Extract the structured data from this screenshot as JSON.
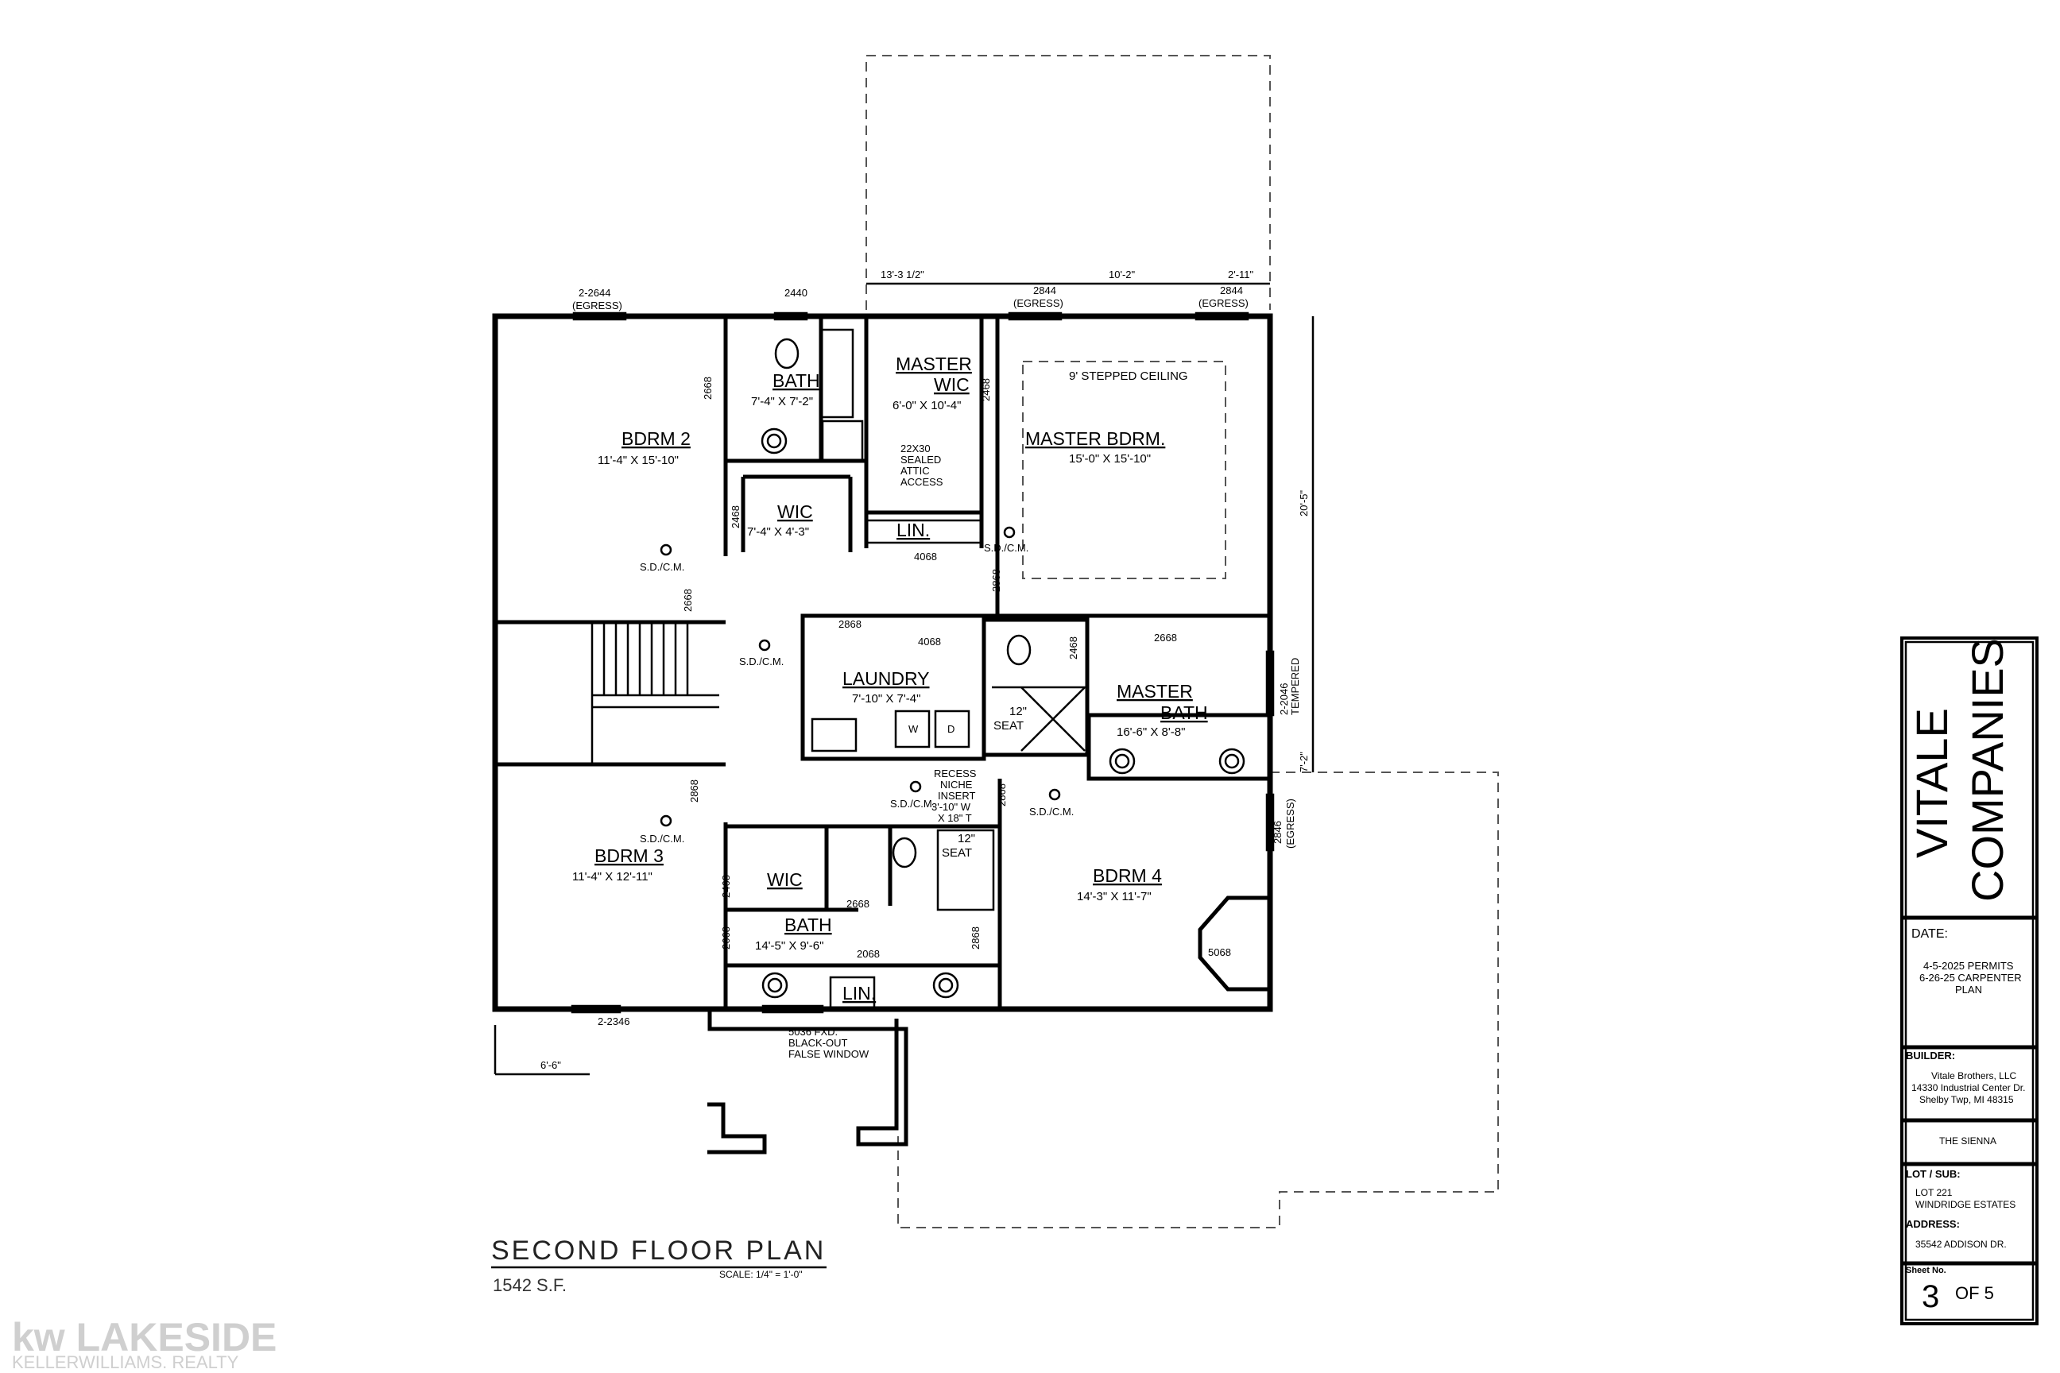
{
  "rooms": {
    "bdrm2": {
      "name": "BDRM 2",
      "size": "11'-4\" X 15'-10\""
    },
    "bath1": {
      "name": "BATH",
      "size": "7'-4\" X 7'-2\""
    },
    "master_wic": {
      "name1": "MASTER",
      "name2": "WIC",
      "size": "6'-0\" X 10'-4\""
    },
    "master_bdrm": {
      "name": "MASTER BDRM.",
      "size": "15'-0\" X 15'-10\"",
      "ceiling": "9' STEPPED CEILING"
    },
    "wic_upper": {
      "name": "WIC",
      "size": "7'-4\" X 4'-3\""
    },
    "lin_upper": {
      "name": "LIN."
    },
    "laundry": {
      "name": "LAUNDRY",
      "size": "7'-10\" X 7'-4\""
    },
    "master_bath": {
      "name1": "MASTER",
      "name2": "BATH",
      "size": "16'-6\" X 8'-8\""
    },
    "bdrm3": {
      "name": "BDRM 3",
      "size": "11'-4\" X 12'-11\""
    },
    "wic_lower": {
      "name": "WIC"
    },
    "bath2": {
      "name": "BATH",
      "size": "14'-5\" X 9'-6\""
    },
    "lin_lower": {
      "name": "LIN."
    },
    "bdrm4": {
      "name": "BDRM 4",
      "size": "14'-3\" X 11'-7\""
    }
  },
  "seats": {
    "upper": [
      "12\"",
      "SEAT"
    ],
    "lower": [
      "12\"",
      "SEAT"
    ]
  },
  "appliances": {
    "washer": "W",
    "dryer": "D"
  },
  "notes": {
    "attic": [
      "22X30",
      "SEALED",
      "ATTIC",
      "ACCESS"
    ],
    "recess": [
      "RECESS",
      "NICHE",
      "INSERT",
      "3'-10\" W",
      "X 18\" T"
    ],
    "false_window": [
      "5036 FXD.",
      "BLACK-OUT",
      "FALSE WINDOW"
    ],
    "sdcm": "S.D./C.M."
  },
  "windows": {
    "w1": "2-2644",
    "w1_sub": "(EGRESS)",
    "w2": "2440",
    "w3": "2844",
    "w3_sub": "(EGRESS)",
    "w4": "2844",
    "w4_sub": "(EGRESS)",
    "w5": "2-2046",
    "w5_sub": "TEMPERED",
    "w6": "2846",
    "w6_sub": "(EGRESS)",
    "w7": "2-2346"
  },
  "doors": {
    "d2668": "2668",
    "d2468": "2468",
    "d4068": "4068",
    "d2868": "2868",
    "d2068": "2068",
    "d5068": "5068"
  },
  "dimensions": {
    "d1": "13'-3 1/2\"",
    "d2": "10'-2\"",
    "d3": "2'-11\"",
    "d4": "20'-5\"",
    "d5": "7'-2\"",
    "d6": "6'-6\""
  },
  "plan": {
    "title": "SECOND FLOOR PLAN",
    "area": "1542 S.F.",
    "scale": "SCALE: 1/4\" = 1'-0\""
  },
  "title_block": {
    "company1": "VITALE",
    "company2": "COMPANIES",
    "date_label": "DATE:",
    "date_lines": [
      "4-5-2025 PERMITS",
      "6-26-25 CARPENTER",
      "PLAN"
    ],
    "builder_label": "BUILDER:",
    "builder_lines": [
      "Vitale Brothers, LLC",
      "14330 Industrial Center Dr.",
      "Shelby Twp, MI  48315"
    ],
    "model": "THE SIENNA",
    "lot_label": "LOT / SUB:",
    "lot_lines": [
      "LOT 221",
      "WINDRIDGE ESTATES"
    ],
    "address_label": "ADDRESS:",
    "address": "35542 ADDISON DR.",
    "sheet_label": "Sheet No.",
    "sheet_no": "3",
    "sheet_of": "OF 5"
  },
  "watermark": {
    "brand": "kw LAKESIDE",
    "sub": "KELLERWILLIAMS. REALTY"
  }
}
